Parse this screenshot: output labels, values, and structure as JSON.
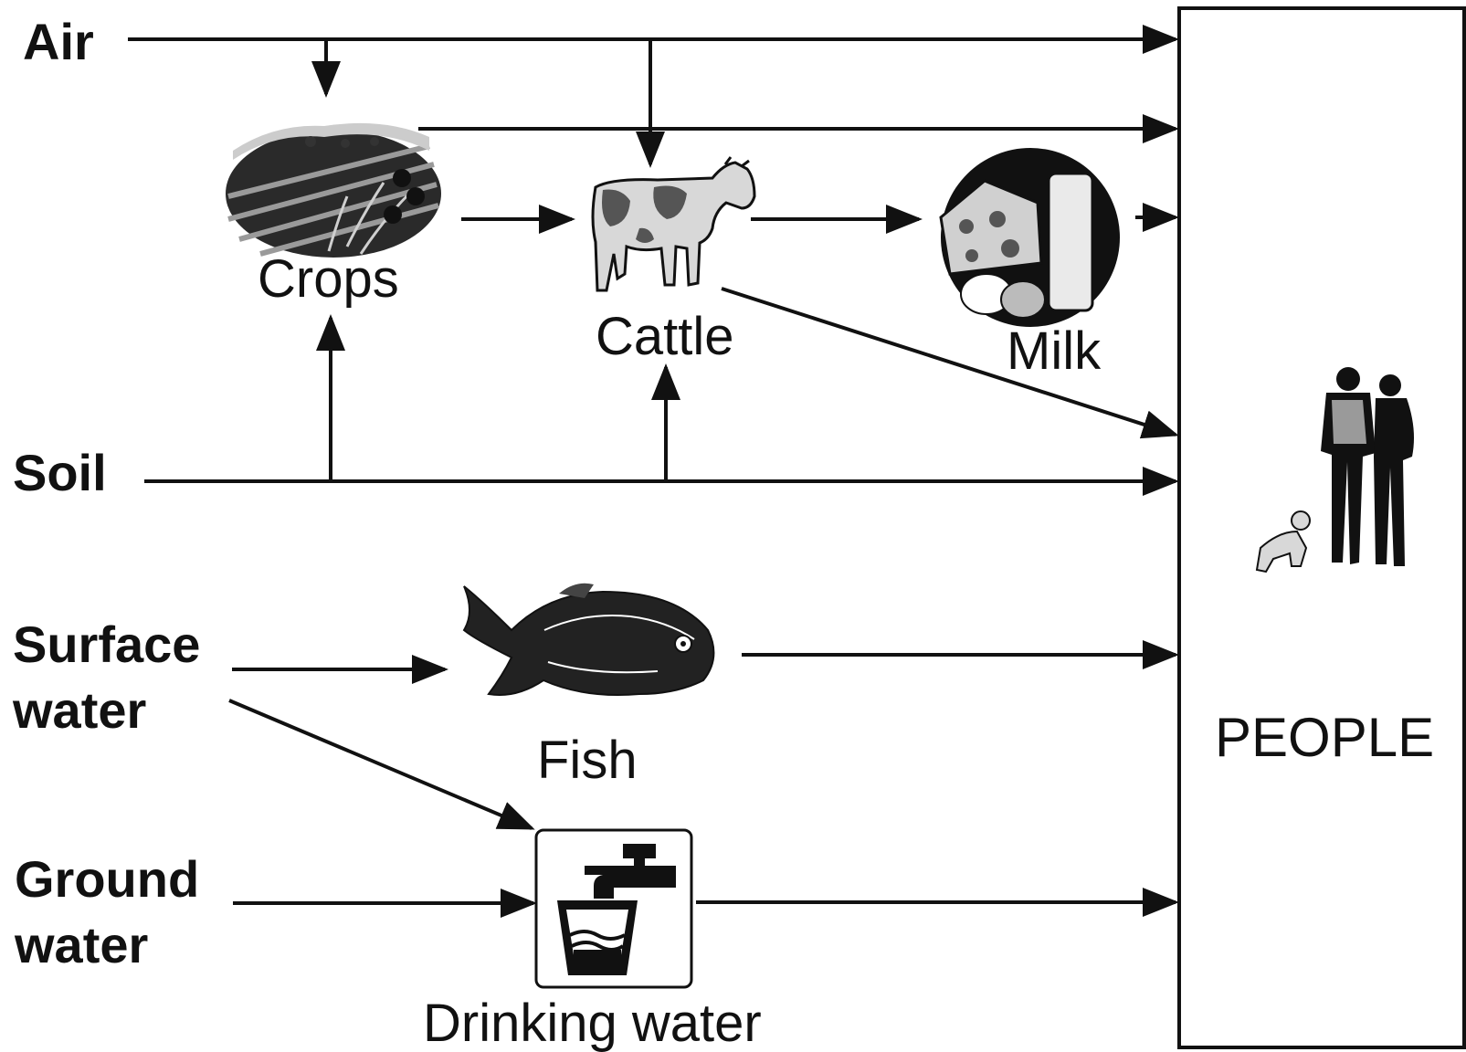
{
  "sources": {
    "air": "Air",
    "soil": "Soil",
    "surface_water_line1": "Surface",
    "surface_water_line2": "water",
    "ground_water_line1": "Ground",
    "ground_water_line2": "water"
  },
  "intermediates": {
    "crops": "Crops",
    "cattle": "Cattle",
    "milk": "Milk",
    "fish": "Fish",
    "drinking_water": "Drinking water"
  },
  "receptor": {
    "label": "PEOPLE"
  },
  "icons": [
    "crops-field-icon",
    "cow-icon",
    "cheese-milk-icon",
    "fish-icon",
    "water-tap-icon",
    "people-family-icon"
  ],
  "colors": {
    "ink": "#111111",
    "background": "#ffffff",
    "cow_spots": "#555555",
    "cow_body": "#d8d8d8"
  }
}
